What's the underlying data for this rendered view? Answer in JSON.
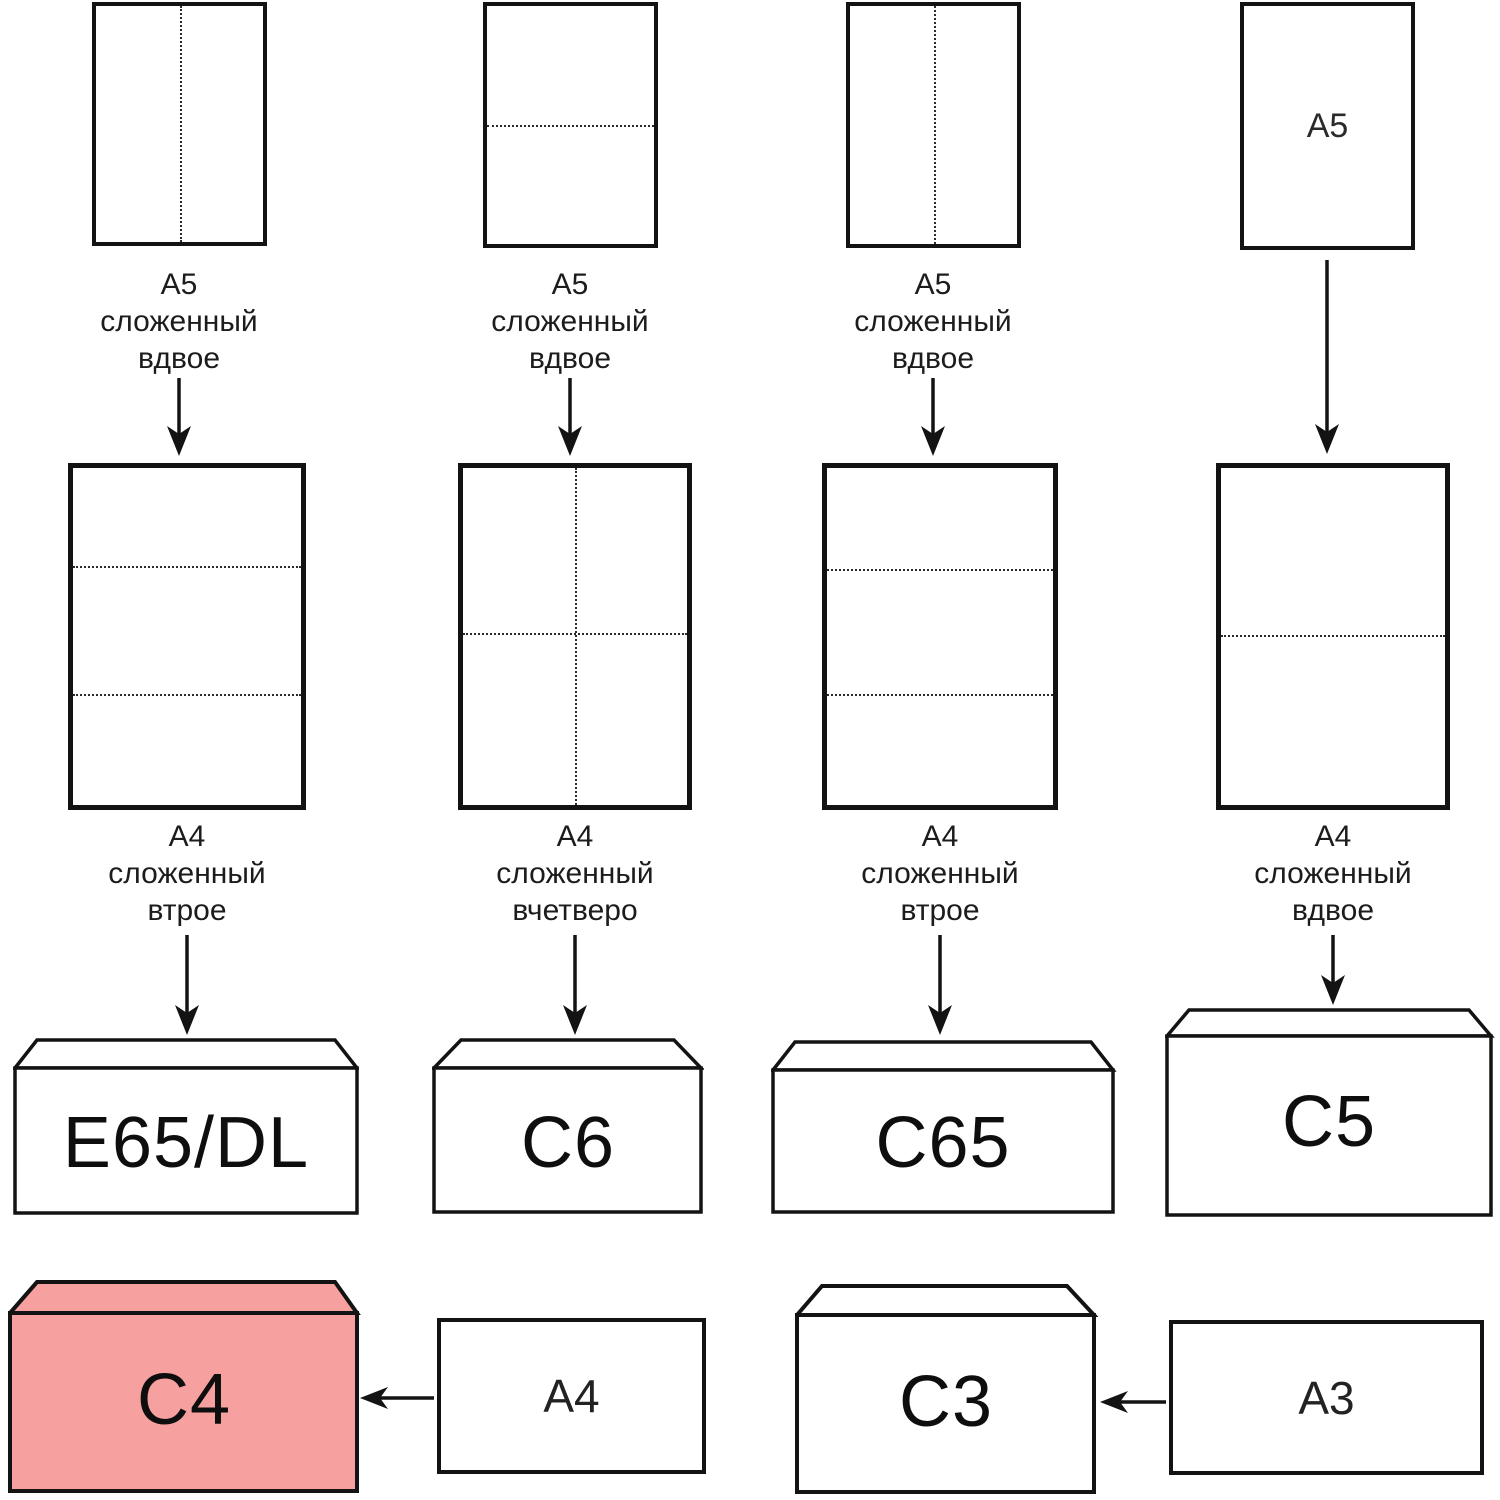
{
  "colors": {
    "highlight": "#f6a0a0",
    "ink": "#131313"
  },
  "columns": [
    {
      "small_label": [
        "А5",
        "сложенный",
        "вдвое"
      ],
      "large_label": [
        "А4",
        "сложенный",
        "втрое"
      ],
      "envelope_label": "E65/DL"
    },
    {
      "small_label": [
        "А5",
        "сложенный",
        "вдвое"
      ],
      "large_label": [
        "А4",
        "сложенный",
        "вчетверо"
      ],
      "envelope_label": "C6"
    },
    {
      "small_label": [
        "А5",
        "сложенный",
        "вдвое"
      ],
      "large_label": [
        "А4",
        "сложенный",
        "втрое"
      ],
      "envelope_label": "C65"
    },
    {
      "small_sheet_label": "A5",
      "large_label": [
        "А4",
        "сложенный",
        "вдвое"
      ],
      "envelope_label": "C5"
    }
  ],
  "bottom_row": {
    "c4_envelope": "C4",
    "a4_sheet": "A4",
    "c3_envelope": "C3",
    "a3_sheet": "A3"
  }
}
